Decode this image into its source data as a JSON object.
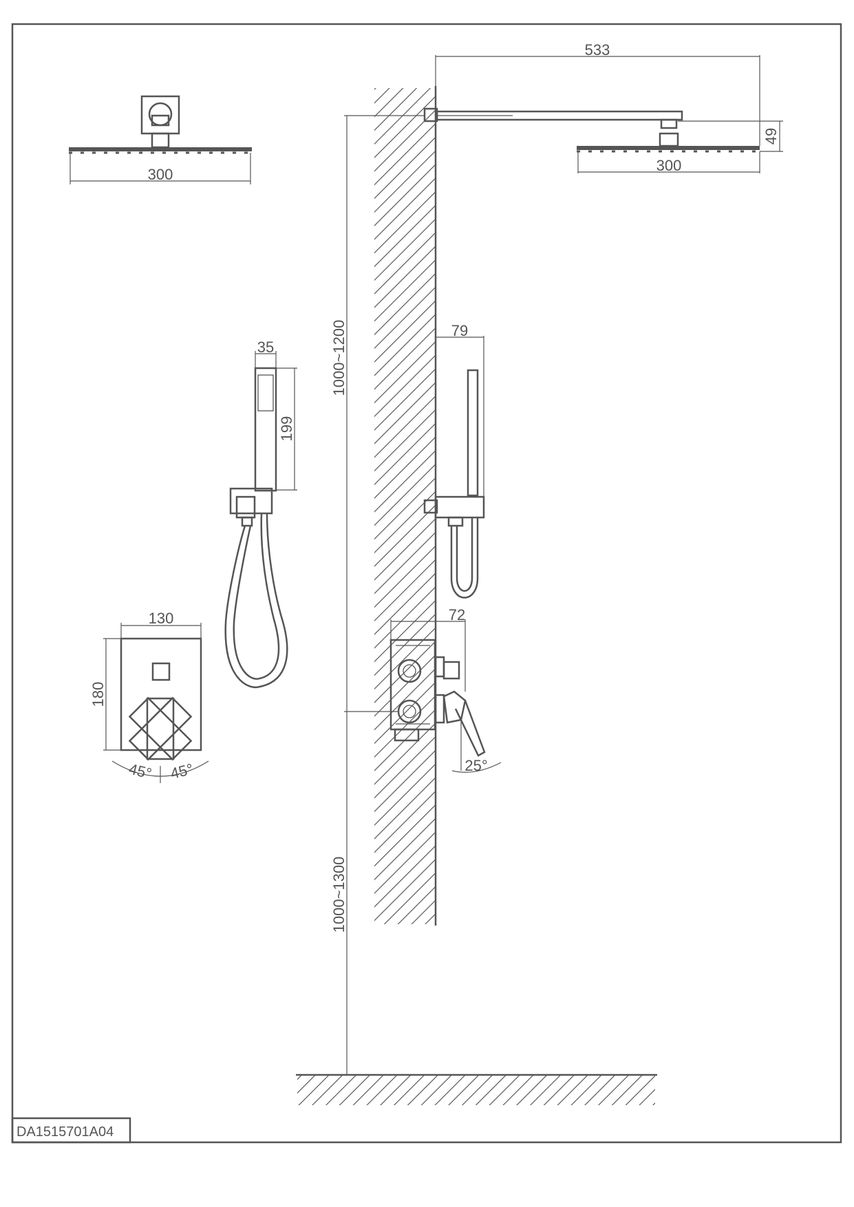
{
  "drawing_code": "DA1515701A04",
  "dimensions": {
    "arm_length": "533",
    "head_height": "49",
    "head_width_side": "300",
    "head_width_front": "300",
    "handshower_width": "35",
    "handshower_length": "199",
    "handshower_projection": "79",
    "valve_projection": "72",
    "plate_width": "130",
    "plate_height": "180",
    "handle_angle_left": "45°",
    "handle_angle_right": "45°",
    "lever_angle": "25°",
    "head_height_range": "1000~1200",
    "valve_height_range": "1000~1300"
  },
  "colors": {
    "line": "#555555",
    "background": "#ffffff"
  }
}
